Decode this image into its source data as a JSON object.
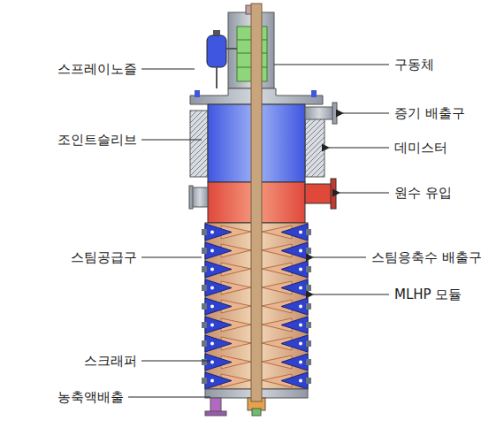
{
  "diagram": {
    "labels": [
      "스프레이노즐",
      "구동체",
      "증기 배출구",
      "조인트슬리브",
      "데미스터",
      "원수 유입",
      "스팀공급구",
      "스팀응축수 배출구",
      "MLHP 모듈",
      "스크래퍼",
      "농축액배출"
    ]
  }
}
